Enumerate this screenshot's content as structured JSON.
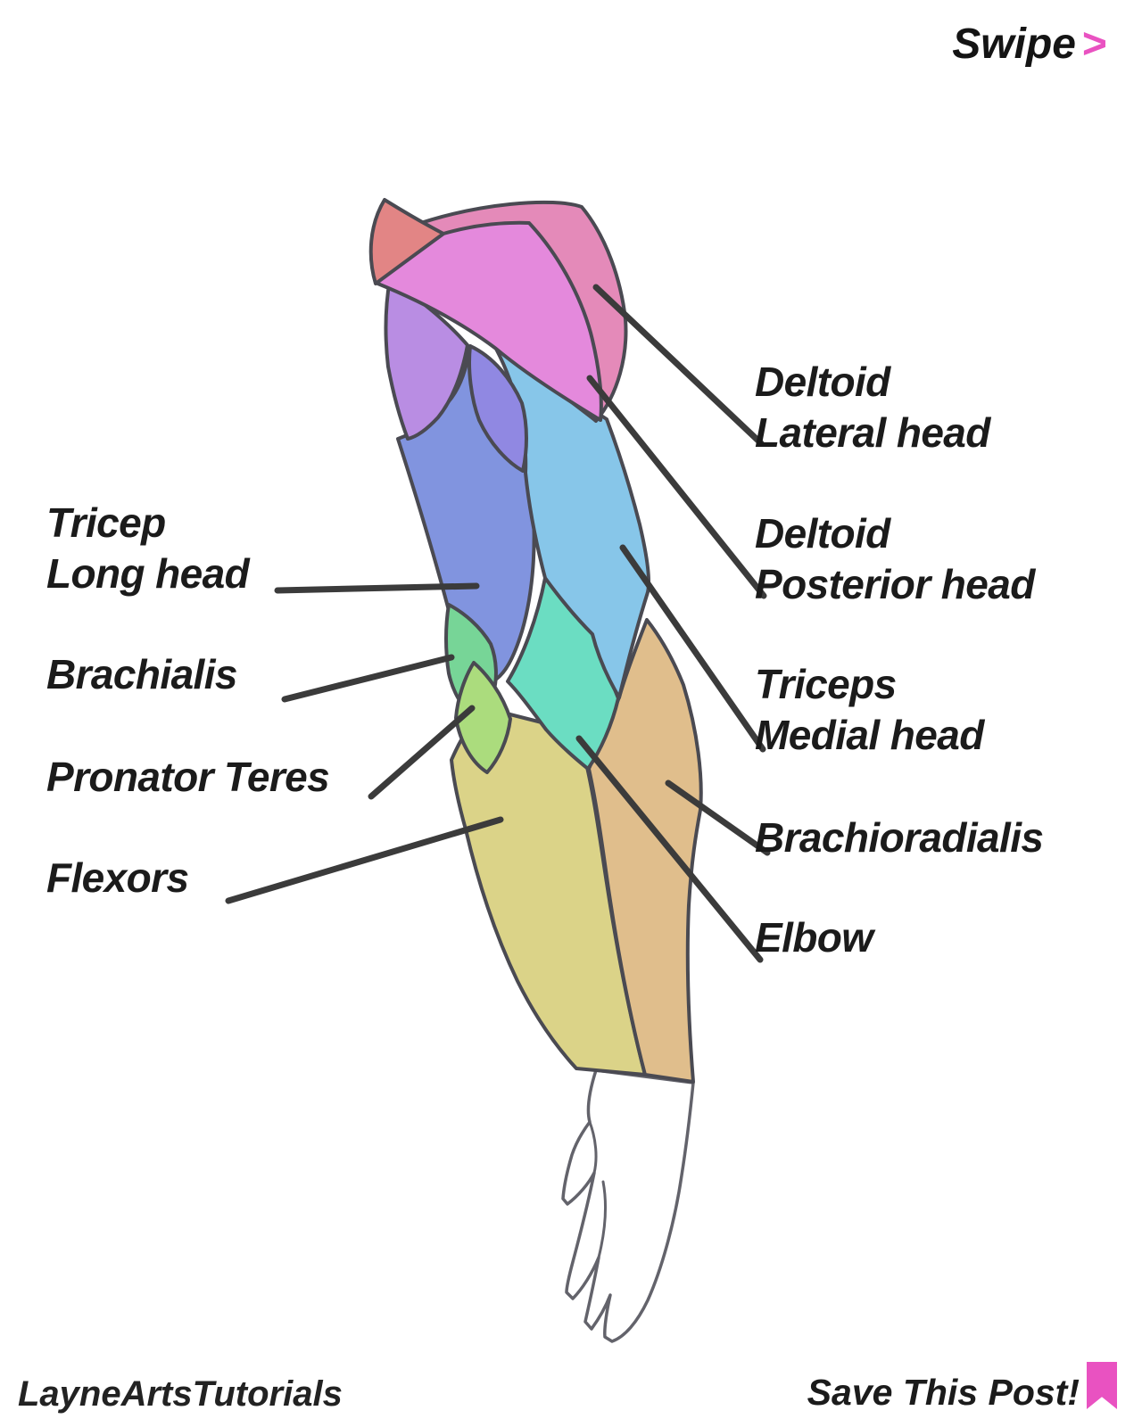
{
  "colors": {
    "background": "#ffffff",
    "text": "#1b1b1b",
    "accent_pink": "#e952c1",
    "outline": "#4a4a52",
    "leader_line": "#3b3b3b",
    "hand_fill": "#ffffff",
    "hand_outline": "#63636b",
    "deltoid_lateral": "#e48ab9",
    "deltoid_posterior": "#e489dc",
    "shoulder_accent": "#e28585",
    "upper_arm_lilac": "#b98de3",
    "upper_arm_violet": "#9088e2",
    "tricep_long": "#8194df",
    "triceps_medial": "#87c6e9",
    "elbow": "#6bddc2",
    "brachialis": "#77d597",
    "pronator_teres": "#abdc7d",
    "brachioradialis": "#e0be8c",
    "flexors": "#dbd388"
  },
  "header": {
    "swipe_label": "Swipe",
    "swipe_arrow": ">"
  },
  "labels": {
    "deltoid_lateral_1": "Deltoid",
    "deltoid_lateral_2": "Lateral head",
    "deltoid_posterior_1": "Deltoid",
    "deltoid_posterior_2": "Posterior head",
    "triceps_medial_1": "Triceps",
    "triceps_medial_2": "Medial head",
    "brachioradialis": "Brachioradialis",
    "elbow": "Elbow",
    "tricep_long_1": "Tricep",
    "tricep_long_2": "Long head",
    "brachialis": "Brachialis",
    "pronator_teres": "Pronator Teres",
    "flexors": "Flexors"
  },
  "footer": {
    "credit": "LayneArtsTutorials",
    "save_cta": "Save This Post!"
  }
}
